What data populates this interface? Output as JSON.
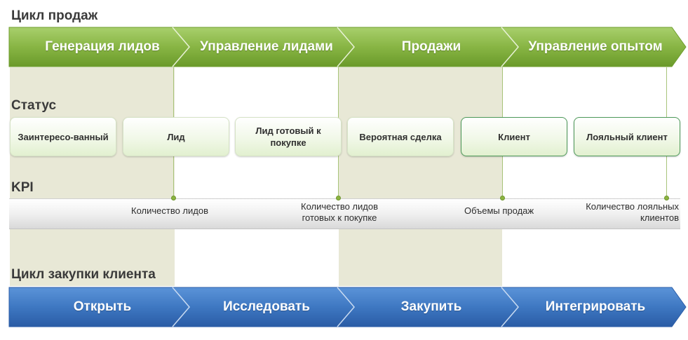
{
  "sales_cycle": {
    "title": "Цикл продаж",
    "stages": [
      "Генерация лидов",
      "Управление лидами",
      "Продажи",
      "Управление опытом"
    ],
    "color_top": "#9fc864",
    "color_bottom": "#6f9e2e"
  },
  "status": {
    "title": "Статус",
    "items": [
      "Заинтересо-ванный",
      "Лид",
      "Лид готовый к покупке",
      "Вероятная сделка",
      "Клиент",
      "Лояльный клиент"
    ]
  },
  "kpi": {
    "title": "KPI",
    "items": [
      "Количество лидов",
      "Количество лидов готовых к покупке",
      "Объемы продаж",
      "Количество лояльных клиентов"
    ]
  },
  "purchase_cycle": {
    "title": "Цикл закупки клиента",
    "stages": [
      "Открыть",
      "Исследовать",
      "Закупить",
      "Интегрировать"
    ],
    "color_top": "#5a8fd4",
    "color_bottom": "#2c5ea8"
  }
}
